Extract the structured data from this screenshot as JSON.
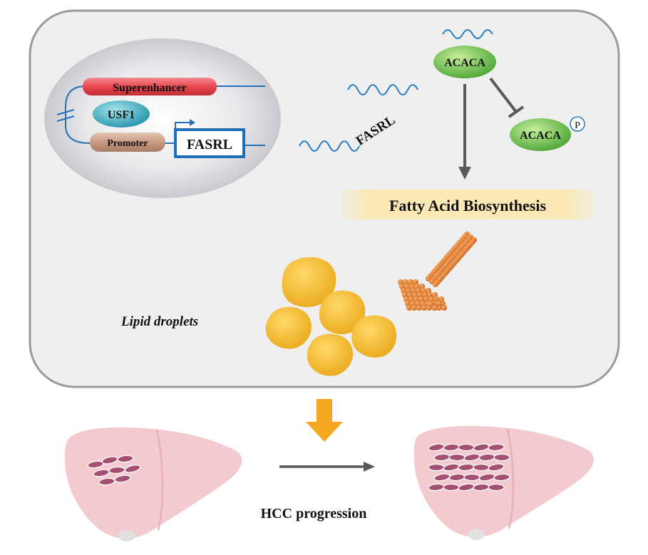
{
  "nucleus": {
    "superenhancer_label": "Superenhancer",
    "usf1_label": "USF1",
    "promoter_label": "Promoter",
    "gene_label": "FASRL"
  },
  "rna_label": "FASRL",
  "acaca_label": "ACACA",
  "acaca_p_label": "ACACA",
  "phospho_label": "P",
  "pathway_label": "Fatty Acid Biosynthesis",
  "lipid_label": "Lipid droplets",
  "progression_label": "HCC progression",
  "colors": {
    "cell_fill": "#efefef",
    "cell_border": "#9a9a9a",
    "superenhancer": "#e8474f",
    "usf1": "#41b3c6",
    "promoter": "#c89a82",
    "gene_box": "#1f6fb8",
    "rna": "#2a7cc4",
    "acaca": "#6cc14e",
    "pathway_band": "#fbe9b5",
    "lipid": "#f6bf2e",
    "fat_particles": "#e07b2a",
    "down_arrow": "#f3a81f",
    "liver": "#f1c1c6",
    "tumor_cells": "#9c4a6b"
  }
}
